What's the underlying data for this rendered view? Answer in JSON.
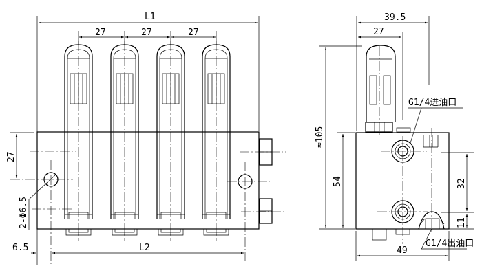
{
  "front_view": {
    "overall_length": "L1",
    "pitch_1": "27",
    "pitch_2": "27",
    "pitch_3": "27",
    "hole_height": "27",
    "mount_holes": "2-Φ6.5",
    "hole_offset": "6.5",
    "hole_spacing": "L2"
  },
  "side_view": {
    "depth_total": "39.5",
    "depth_indicator": "27",
    "height_total": "≈105",
    "block_height": "54",
    "port_spacing": "32",
    "outlet_height": "11",
    "block_width": "49",
    "inlet_label": "G1/4进油口",
    "outlet_label": "G1/4出油口"
  }
}
